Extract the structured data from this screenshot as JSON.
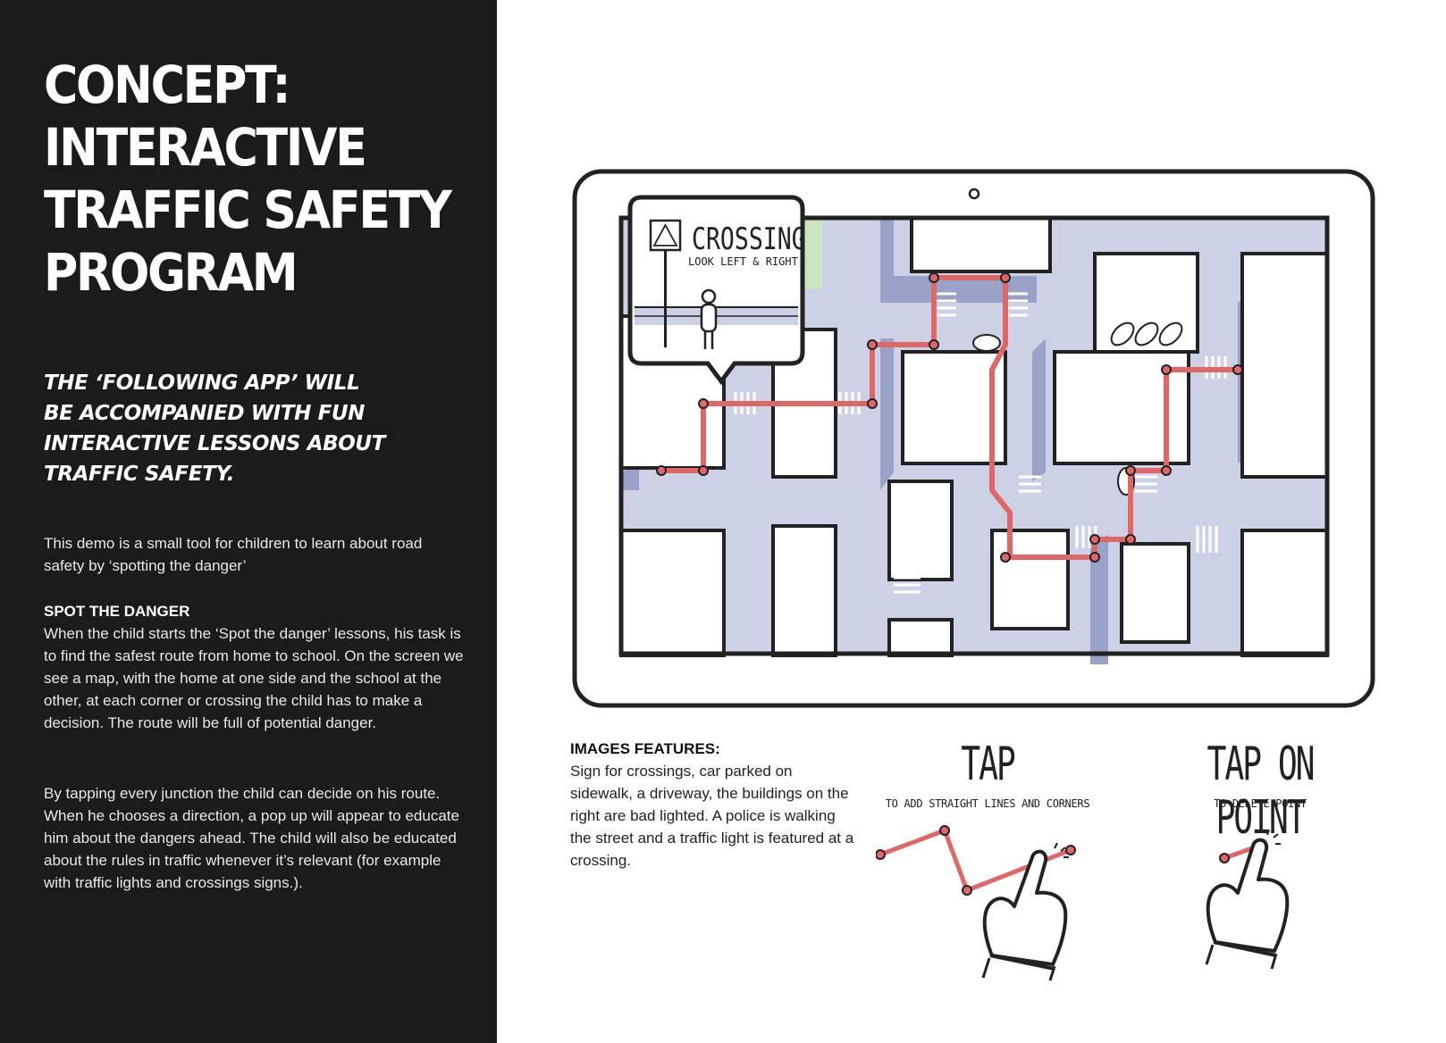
{
  "title": {
    "line1": "CONCEPT:",
    "line2": "INTERACTIVE",
    "line3": "TRAFFIC SAFETY",
    "line4": "PROGRAM"
  },
  "subtitle": {
    "line1": "THE ‘FOLLOWING APP’ WILL",
    "line2": "BE ACCOMPANIED WITH FUN",
    "line3": "INTERACTIVE LESSONS ABOUT",
    "line4": "TRAFFIC SAFETY."
  },
  "intro": "This demo is a small tool for children to learn about road safety by ‘spotting the danger’",
  "spot_danger": {
    "heading": "SPOT THE DANGER",
    "paragraph1": "When the child starts the ‘Spot the danger’ lessons, his task is to find the safest route from home to school. On the screen we see a map, with the home at one side and the school at the other, at each corner or crossing the child has to make a decision. The route will be full of potential danger.",
    "paragraph2": "By tapping every junction the child can decide on his route. When he chooses a direction, a pop up will appear to educate him about the dangers ahead. The child will also be educated about the rules in traffic whenever it’s relevant (for example with traffic lights and crossings signs.)."
  },
  "popup": {
    "title": "CROSSING",
    "subtitle": "LOOK LEFT & RIGHT"
  },
  "images_features": {
    "heading": "IMAGES FEATURES:",
    "body": "Sign for crossings, car parked on sidewalk, a driveway, the buildings on the right are bad lighted. A police is walking the street and a traffic light is featured at a crossing."
  },
  "gestures": {
    "tap": {
      "title": "TAP",
      "caption": "TO ADD STRAIGHT LINES AND CORNERS"
    },
    "tap_on_point": {
      "title": "TAP ON POINT",
      "caption": "TO DELETE POINT"
    }
  },
  "colors": {
    "left_panel": "#1b1b1b",
    "road": "#cdd1e6",
    "shadow": "#9ba2c8",
    "park": "#cde4c0",
    "route": "#e06767",
    "outline": "#222222"
  },
  "icons": [
    "crossing-sign-icon",
    "pedestrian-icon",
    "tap-hand-icon",
    "camera-icon"
  ]
}
